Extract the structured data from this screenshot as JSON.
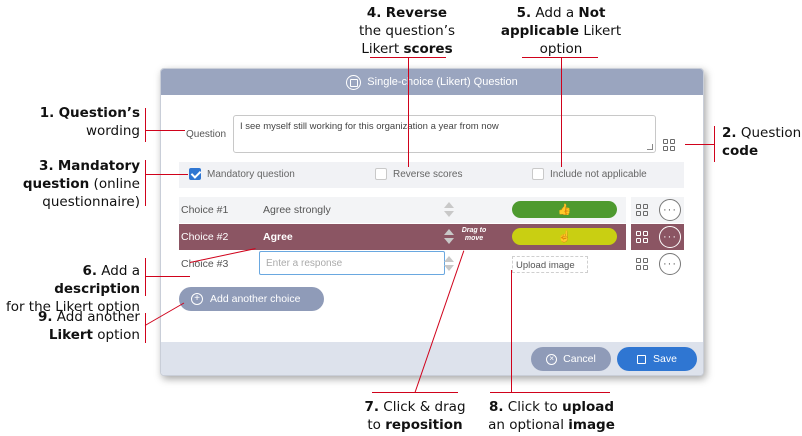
{
  "dialog": {
    "title": "Single-choice (Likert) Question",
    "question_label": "Question",
    "question_text": "I see myself still working for this organization a year from now",
    "options": {
      "mandatory": {
        "label": "Mandatory question",
        "checked": true
      },
      "reverse": {
        "label": "Reverse scores",
        "checked": false
      },
      "not_applicable": {
        "label": "Include not applicable",
        "checked": false
      }
    },
    "choices": [
      {
        "label": "Choice #1",
        "text": "Agree strongly",
        "image": "thumbs-up-pill-green"
      },
      {
        "label": "Choice #2",
        "text": "Agree",
        "image": "thumbs-up-pill-yellow",
        "drag_hint": "Drag to move"
      },
      {
        "label": "Choice #3",
        "text": "",
        "placeholder": "Enter a response",
        "upload_label": "Upload image"
      }
    ],
    "add_choice_label": "Add another choice",
    "cancel_label": "Cancel",
    "save_label": "Save"
  },
  "annotations": {
    "a1": {
      "num": "1.",
      "bold": "Question’s",
      "rest": "wording"
    },
    "a2": {
      "num": "2.",
      "pre": "Question",
      "bold": "code"
    },
    "a3": {
      "num": "3.",
      "bold1": "Mandatory",
      "bold2": "question",
      "rest1": "(online",
      "rest2": "questionnaire)"
    },
    "a4": {
      "num": "4.",
      "bold": "Reverse",
      "mid": "the question’s",
      "pre": "Likert",
      "bold2": "scores"
    },
    "a5": {
      "num": "5.",
      "pre": "Add a",
      "bold": "Not",
      "bold2": "applicable",
      "rest": "Likert",
      "rest2": "option"
    },
    "a6": {
      "num": "6.",
      "pre": "Add a",
      "bold": "description",
      "rest": "for the Likert option"
    },
    "a7": {
      "num": "7.",
      "pre": "Click & drag",
      "pre2": "to",
      "bold": "reposition"
    },
    "a8": {
      "num": "8.",
      "pre": "Click to",
      "bold": "upload",
      "rest": "an optional",
      "bold2": "image"
    },
    "a9": {
      "num": "9.",
      "pre": "Add another",
      "bold": "Likert",
      "rest": "option"
    }
  },
  "colors": {
    "accent_blue": "#2f76d2",
    "selected_row": "#8b5563",
    "header": "#9aa5bf",
    "annotation_line": "#d0021b"
  }
}
